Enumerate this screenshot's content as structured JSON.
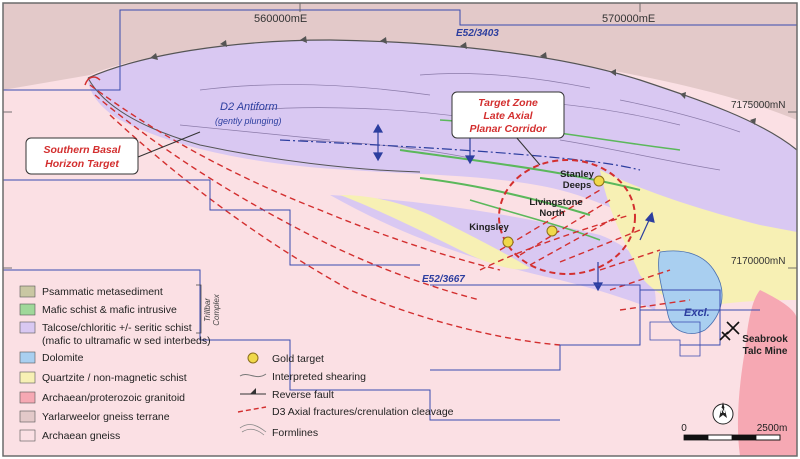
{
  "map": {
    "grid_labels": {
      "e560": "560000mE",
      "e570": "570000mE",
      "n7175": "7175000mN",
      "n7170": "7170000mN"
    },
    "tenements": {
      "t1": "E52/3403",
      "t2": "E52/3667"
    },
    "features": {
      "d2_antiform": "D2 Antiform",
      "d2_antiform_sub": "(gently plunging)",
      "southern_target_1": "Southern Basal",
      "southern_target_2": "Horizon Target",
      "target_zone_1": "Target Zone",
      "target_zone_2": "Late Axial",
      "target_zone_3": "Planar Corridor",
      "excl": "Excl.",
      "mine_1": "Seabrook",
      "mine_2": "Talc Mine"
    },
    "prospects": [
      {
        "name_1": "Stanley",
        "name_2": "Deeps"
      },
      {
        "name_1": "Livingstone",
        "name_2": "North"
      },
      {
        "name_1": "Kingsley",
        "name_2": ""
      }
    ],
    "legend": {
      "units": [
        {
          "label": "Psammatic metasediment",
          "color": "#c9c7a3"
        },
        {
          "label": "Mafic schist & mafic intrusive",
          "color": "#9fd89a"
        },
        {
          "label": "Talcose/chloritic +/- seritic schist",
          "label2": "(mafic to ultramafic w sed interbeds)",
          "color": "#d9c8f2"
        },
        {
          "label": "Dolomite",
          "color": "#a9cff0"
        },
        {
          "label": "Quartzite / non-magnetic schist",
          "color": "#f7f0b4"
        },
        {
          "label": "Archaean/proterozoic granitoid",
          "color": "#f6a8b3"
        },
        {
          "label": "Yarlarweelor gneiss terrane",
          "color": "#e3c9c9"
        },
        {
          "label": "Archaean gneiss",
          "color": "#fbe0e4"
        }
      ],
      "bracket_1": "Trillbar",
      "bracket_2": "Complex",
      "symbols": [
        {
          "label": "Gold target",
          "icon": "gold-target-icon"
        },
        {
          "label": "Interpreted shearing",
          "icon": "shear-line-icon"
        },
        {
          "label": "Reverse fault",
          "icon": "reverse-fault-icon"
        },
        {
          "label": "D3 Axial fractures/crenulation cleavage",
          "icon": "dashed-red-line-icon"
        },
        {
          "label": "Formlines",
          "icon": "formline-icon"
        }
      ]
    },
    "north": "N",
    "scale": {
      "start": "0",
      "end": "2500m"
    }
  }
}
